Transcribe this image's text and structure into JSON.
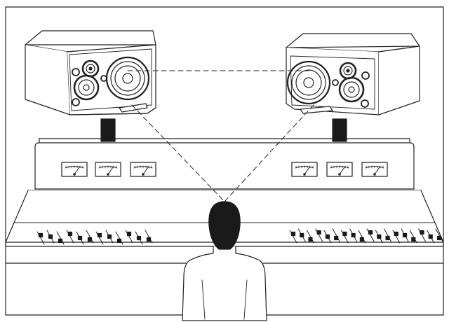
{
  "colors": {
    "line": "#222222",
    "fill": "#ffffff",
    "dark": "#1a1a1a"
  },
  "diagram": {
    "subject": "studio-monitor-listening-position",
    "left_monitor": {
      "icon": "speaker-icon",
      "orientation": "woofer-inner"
    },
    "right_monitor": {
      "icon": "speaker-icon",
      "orientation": "woofer-inner"
    },
    "console": {
      "left_meters": 3,
      "right_meters": 3,
      "left_faders": 12,
      "right_faders": 18
    },
    "listener": {
      "icon": "person-silhouette-icon"
    },
    "sight_lines": {
      "style": "dashed"
    }
  }
}
